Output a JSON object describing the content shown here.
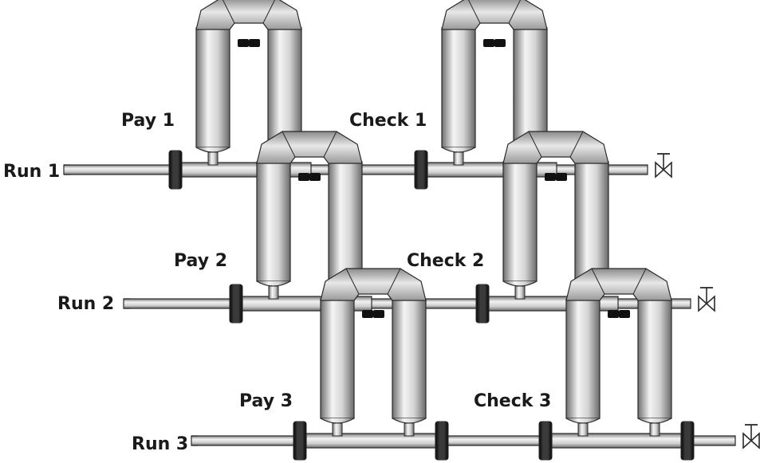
{
  "runs": [
    {
      "label": "Run 1",
      "meters": [
        {
          "label": "Pay 1",
          "role": "pay"
        },
        {
          "label": "Check 1",
          "role": "check"
        }
      ],
      "end_fitting": "valve-icon"
    },
    {
      "label": "Run 2",
      "meters": [
        {
          "label": "Pay 2",
          "role": "pay"
        },
        {
          "label": "Check 2",
          "role": "check"
        }
      ],
      "end_fitting": "valve-icon"
    },
    {
      "label": "Run 3",
      "meters": [
        {
          "label": "Pay 3",
          "role": "pay"
        },
        {
          "label": "Check 3",
          "role": "check"
        }
      ],
      "end_fitting": "valve-icon"
    }
  ],
  "colors": {
    "pipe_mid": "#c8c8c8",
    "pipe_light": "#f2f2f2",
    "pipe_dark": "#6f6f6f",
    "outline": "#2a2a2a",
    "flange": "#151515",
    "text": "#1a1a1a"
  }
}
